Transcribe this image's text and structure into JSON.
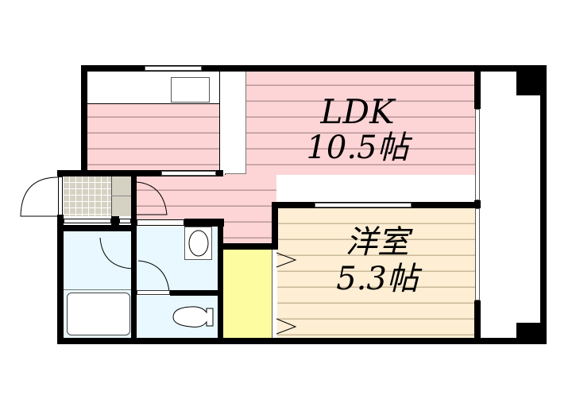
{
  "floor_plan": {
    "rooms": [
      {
        "id": "ldk",
        "name": "LDK",
        "size": "10.5帖",
        "color": "#fdd5d6"
      },
      {
        "id": "western_room",
        "name": "洋室",
        "size": "5.3帖",
        "color": "#fdeed4"
      },
      {
        "id": "bathroom",
        "name": "",
        "color": "#e8f8fe"
      },
      {
        "id": "washroom",
        "name": "",
        "color": "#e8f8fe"
      },
      {
        "id": "toilet",
        "name": "",
        "color": "#e8f8fe"
      },
      {
        "id": "closet",
        "name": "",
        "color": "#fefca0"
      },
      {
        "id": "entrance",
        "name": "",
        "color": "#d5d2c3"
      },
      {
        "id": "balcony",
        "name": "",
        "color": "#ffffff"
      }
    ],
    "labels": {
      "ldk_name": "LDK",
      "ldk_size": "10.5帖",
      "western_name": "洋室",
      "western_size": "5.3帖"
    },
    "colors": {
      "wall": "#000000",
      "ldk": "#fdd5d6",
      "western": "#fdeed4",
      "wet_area": "#e8f8fe",
      "closet": "#fefca0",
      "entrance_tile": "#d5d2c3"
    }
  }
}
